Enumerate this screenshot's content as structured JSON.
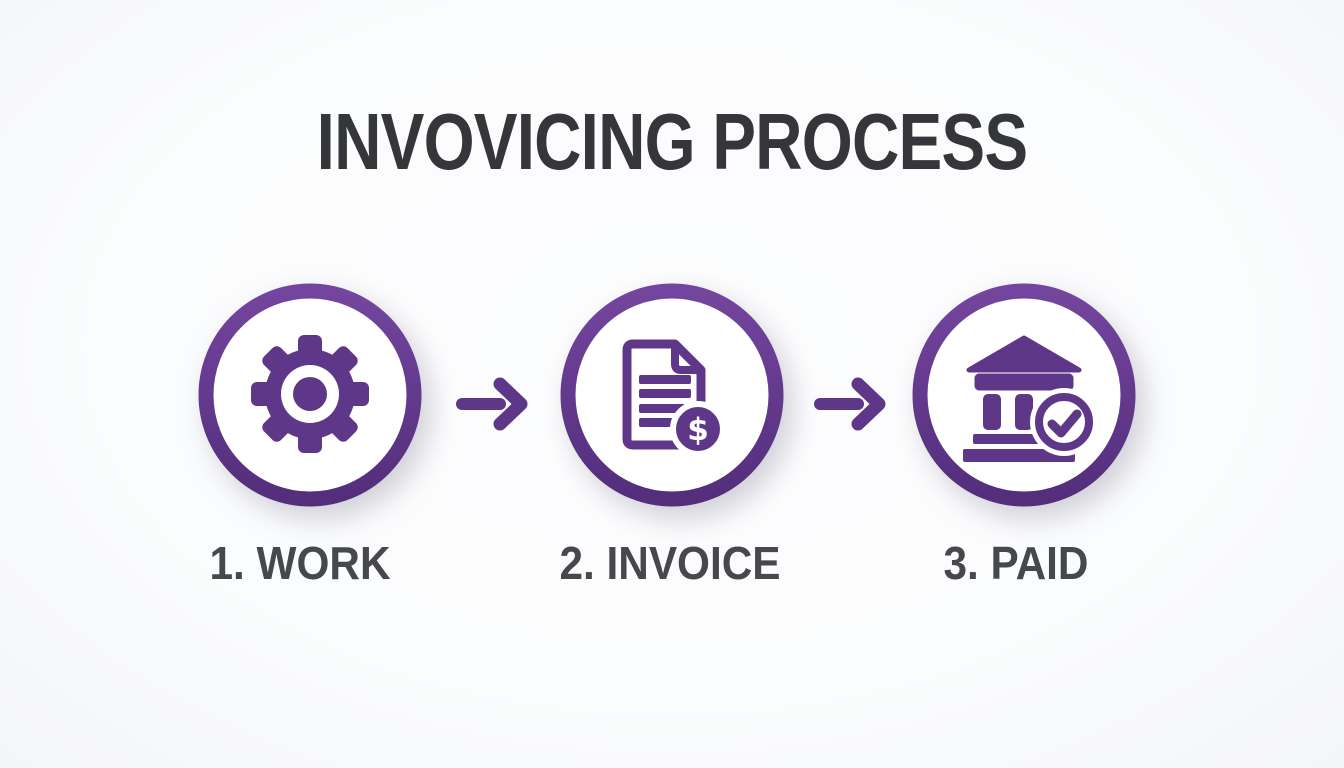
{
  "title": "INVOVICING PROCESS",
  "steps": [
    {
      "id": "work",
      "label": "1. WORK",
      "icon": "gear-icon"
    },
    {
      "id": "invoice",
      "label": "2. INVOICE",
      "icon": "invoice-document-icon",
      "badge_symbol": "$"
    },
    {
      "id": "paid",
      "label": "3. PAID",
      "icon": "bank-check-icon"
    }
  ],
  "arrows": [
    {
      "icon": "arrow-right-icon",
      "direction": "right"
    },
    {
      "icon": "arrow-right-icon",
      "direction": "right"
    }
  ],
  "colors": {
    "purple": "#5F3788",
    "purple_ring_top": "#74459E",
    "purple_ring_bottom": "#532E7B",
    "title_text": "#35363A",
    "label_text": "#47484C",
    "background": "#FBFCFD"
  }
}
